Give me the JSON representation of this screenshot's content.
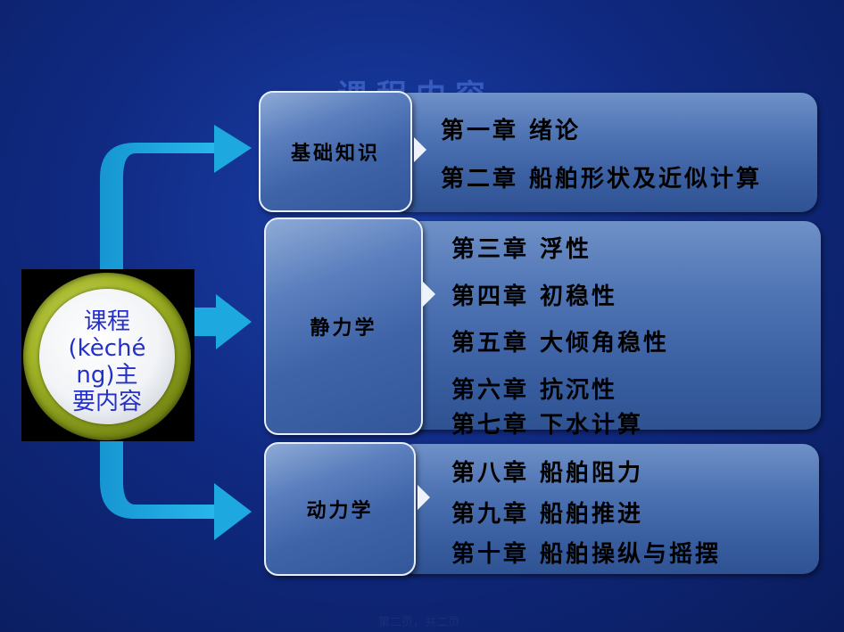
{
  "slide": {
    "ghost_title": "课程内容",
    "badge": {
      "line1": "课程",
      "line2": "(kèché",
      "line3": "ng)主",
      "line4": "要内容"
    },
    "groups": [
      {
        "label": "基础知识",
        "chapters": [
          "第一章 绪论",
          "第二章 船舶形状及近似计算"
        ]
      },
      {
        "label": "静力学",
        "chapters": [
          "第三章 浮性",
          "第四章 初稳性",
          "第五章 大倾角稳性",
          "第六章 抗沉性",
          "第七章 下水计算"
        ]
      },
      {
        "label": "动力学",
        "chapters": [
          "第八章 船舶阻力",
          "第九章 船舶推进",
          "第十章 船舶操纵与摇摆"
        ]
      }
    ],
    "footer": "第二页，共二页"
  },
  "colors": {
    "background": "#102a82",
    "arrow": "#1ea8e0",
    "badge_text": "#2430c8"
  }
}
